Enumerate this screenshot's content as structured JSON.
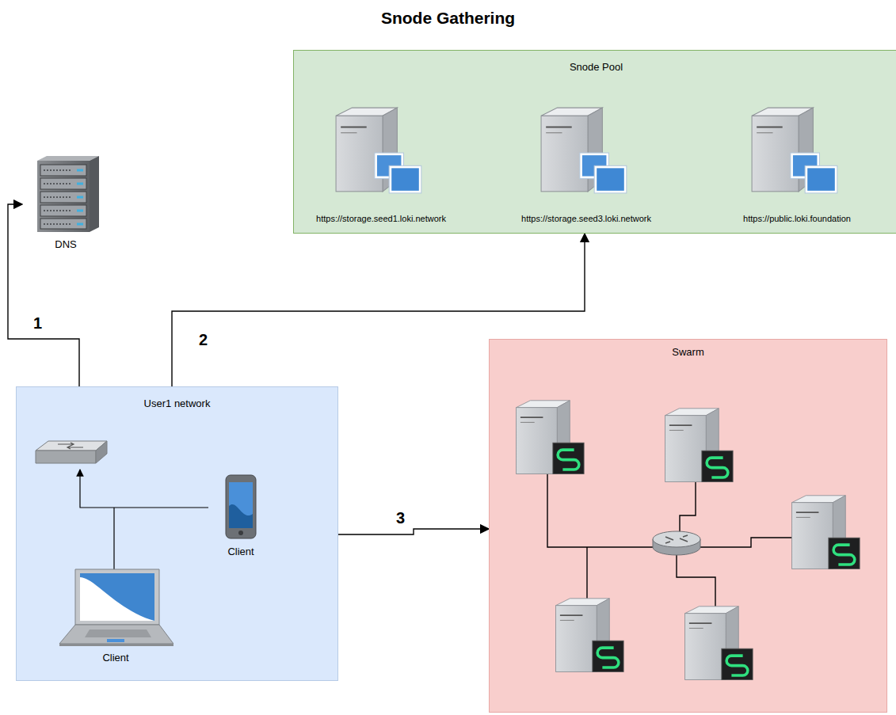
{
  "diagram": {
    "title": "Snode Gathering",
    "nodes": [
      {
        "text": [
          "DNS"
        ]
      },
      {
        "text": [
          "Snode Pool"
        ]
      },
      {
        "text": [
          "https://storage.seed1.loki.network"
        ],
        "in": 1
      },
      {
        "text": [
          "https://storage.seed3.loki.network"
        ],
        "in": 1
      },
      {
        "text": [
          "https://public.loki.foundation"
        ],
        "in": 1
      },
      {
        "text": [
          "User1 network"
        ]
      },
      {
        "text": [
          "Client"
        ],
        "in": 5
      },
      {
        "text": [
          "Client"
        ],
        "in": 5
      },
      {
        "text": [
          "Swarm"
        ]
      }
    ],
    "edges": [
      {
        "from": 5,
        "to": 0,
        "label": "1",
        "arrow": "to"
      },
      {
        "from": 5,
        "to": 1,
        "label": "2",
        "arrow": "to"
      },
      {
        "from": 5,
        "to": 8,
        "label": "3",
        "arrow": "to"
      }
    ]
  }
}
